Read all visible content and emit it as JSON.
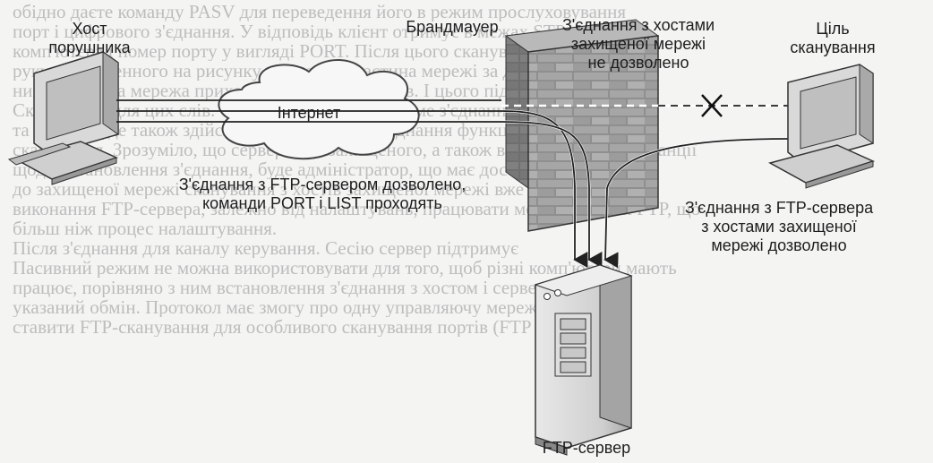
{
  "background_text": [
    "обідно даєте команду PASV для переведення його в режим прослуховування",
    "порт і цифрового з'єднання. У відповідь клієнт отримує в межах STP відомості",
    "комп'ютера і номер порту у вигляді PORT. Після цього сканування лежить на",
    "руку, зображенного на рисунку, сканована частина мережі за допомогою",
    "ним захищена мережа приходить у вигляді файлів. І цього підходять",
    "Сканування для цих слів. Слід зазначити, що окреме з'єднання з хостом",
    "та режим буде також здійснено. Встановлена з'єднання функціонуватиме.",
    "сканування. Зрозуміло, що сервер буде захищеного, а також в ньому службові станції",
    "щодо встановлення з'єднання, буде адміністратор, що має доступ до мережі",
    "до захищеної мережі сканування з хостів захищеної мережі вже встановлено",
    "виконання FTP-сервера, залежно від налаштувань, працювати може в режимі FTP, що",
    "більш ніж процес налаштування.",
    "Після з'єднання для каналу керування. Сесію сервер підтримує",
    "Пасивний режим не можна використовувати для того, щоб різні комп'ютери мають",
    "працює, порівняно з ним встановлення з'єднання з хостом і сервером",
    "указаний обмін. Протокол має змогу про одну управляючу мережу, та так",
    "ставити FTP-сканування для особливого сканування портів (FTP Bounce"
  ],
  "labels": {
    "attacker_host": "Хост\nпорушника",
    "internet": "Інтернет",
    "firewall": "Брандмауер",
    "blocked": "З'єднання з хостами\nзахищеної мережі\nне дозволено",
    "scan_target": "Ціль\nсканування",
    "ftp_allowed": "З'єднання з FTP-сервером дозволено,\nкоманди PORT і LIST проходять",
    "ftp_to_internal": "З'єднання з FTP-сервера\nз хостами захищеної\nмережі дозволено",
    "ftp_server": "FTP-сервер"
  },
  "icons": {
    "attacker": "desktop-computer-icon",
    "cloud": "cloud-icon",
    "wall": "brick-wall-icon",
    "target": "desktop-computer-icon",
    "server": "server-tower-icon",
    "block": "x-cross-icon"
  }
}
